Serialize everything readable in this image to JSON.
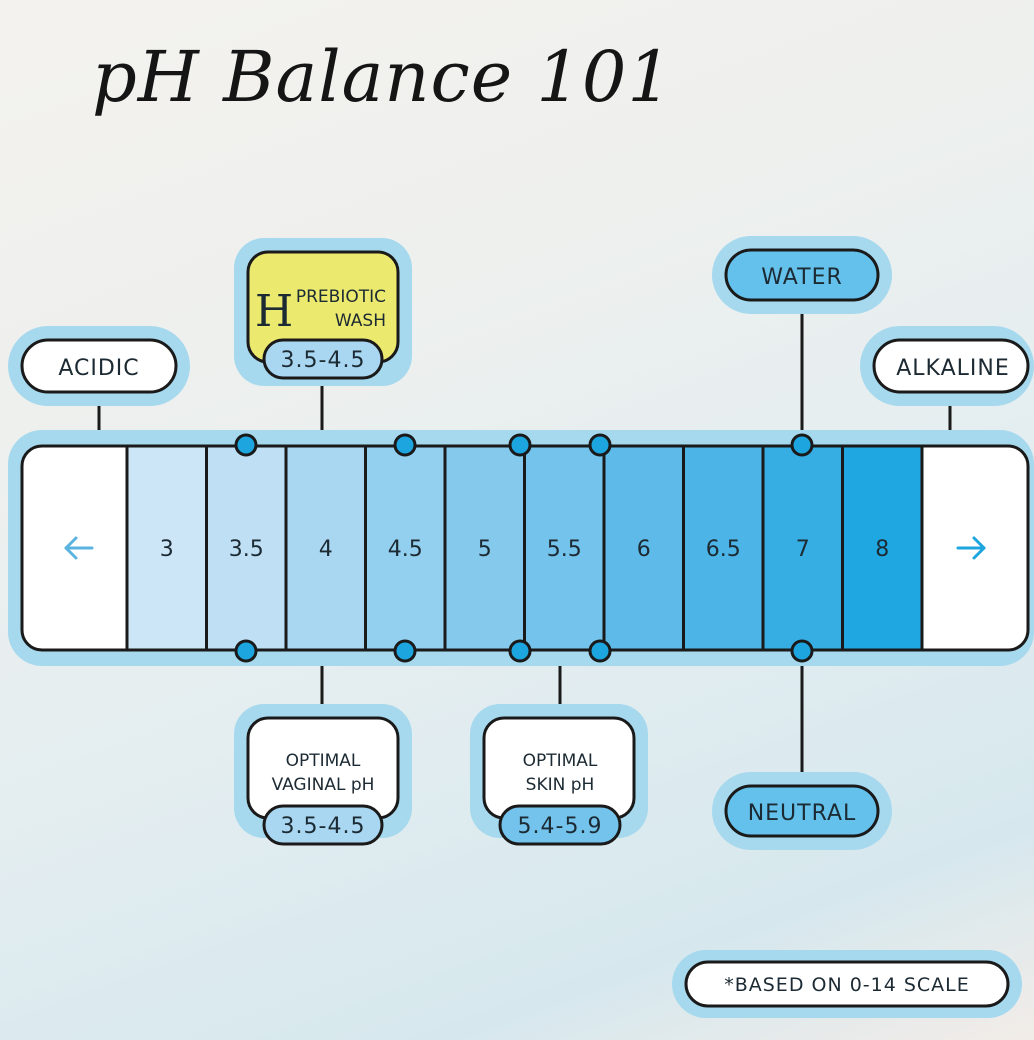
{
  "title": "pH Balance 101",
  "scale": {
    "cells": [
      {
        "label": "3",
        "color": "#cde6f7"
      },
      {
        "label": "3.5",
        "color": "#bfe0f4"
      },
      {
        "label": "4",
        "color": "#a9d7f1"
      },
      {
        "label": "4.5",
        "color": "#93cfee"
      },
      {
        "label": "5",
        "color": "#85c9ed"
      },
      {
        "label": "5.5",
        "color": "#73c3ec"
      },
      {
        "label": "6",
        "color": "#5ebbe9"
      },
      {
        "label": "6.5",
        "color": "#4cb4e6"
      },
      {
        "label": "7",
        "color": "#36ade3"
      },
      {
        "label": "8",
        "color": "#1fa7e1"
      }
    ],
    "left_arrow_icon": "arrow-left-icon",
    "right_arrow_icon": "arrow-right-icon",
    "arrow_color": "#5bb3e0"
  },
  "labels": {
    "acidic": "ACIDIC",
    "alkaline": "ALKALINE",
    "water": "WATER",
    "neutral": "NEUTRAL",
    "product": {
      "logo_letter": "H",
      "line1": "PREBIOTIC",
      "line2": "WASH",
      "range": "3.5-4.5",
      "color": "#ecea6e"
    },
    "vaginal": {
      "line1": "OPTIMAL",
      "line2": "VAGINAL pH",
      "range": "3.5-4.5"
    },
    "skin": {
      "line1": "OPTIMAL",
      "line2": "SKIN pH",
      "range": "5.4-5.9"
    },
    "footnote": "*BASED ON 0-14 SCALE"
  },
  "colors": {
    "halo": "#a6d9ee",
    "pill_blue": "#63c1ec",
    "marker": "#1da5e0",
    "outline": "#1a1a1a"
  }
}
